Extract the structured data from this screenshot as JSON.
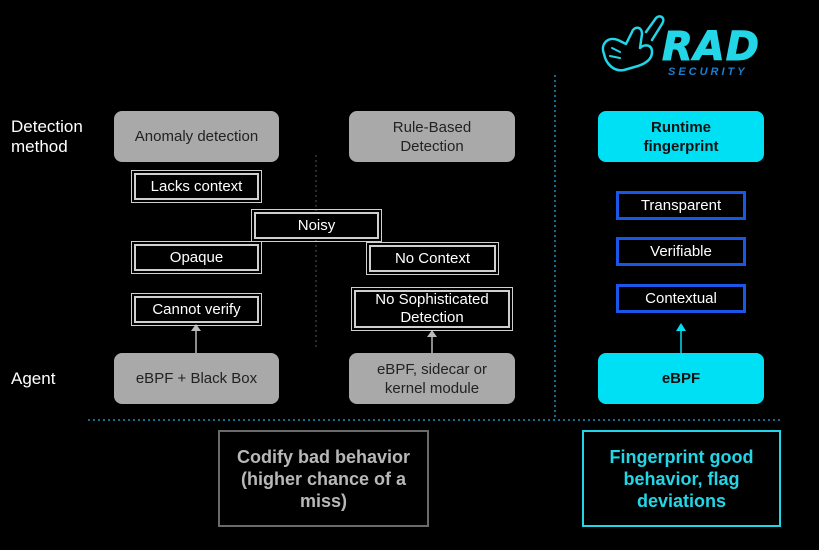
{
  "logo": {
    "primary": "RAD",
    "secondary": "SECURITY"
  },
  "labels": {
    "detection_method": "Detection method",
    "agent": "Agent"
  },
  "left": {
    "method": "Anomaly detection",
    "issues": [
      "Lacks context",
      "Opaque",
      "Cannot verify"
    ],
    "agent": "eBPF + Black Box",
    "summary": "Codify bad behavior (higher chance of a miss)"
  },
  "shared_issue": "Noisy",
  "middle": {
    "method": "Rule-Based Detection",
    "issues": [
      "No Context",
      "No Sophisticated Detection"
    ],
    "agent": "eBPF, sidecar or kernel module"
  },
  "right": {
    "method": "Runtime fingerprint",
    "qualities": [
      "Transparent",
      "Verifiable",
      "Contextual"
    ],
    "agent": "eBPF",
    "summary": "Fingerprint good behavior, flag deviations"
  },
  "colors": {
    "cyan": "#00e0f4",
    "blue_border": "#1a56e8",
    "gray_box": "#a9a9a9",
    "summary_left_text": "#b8b8b8",
    "summary_right_text": "#22d6e8"
  }
}
